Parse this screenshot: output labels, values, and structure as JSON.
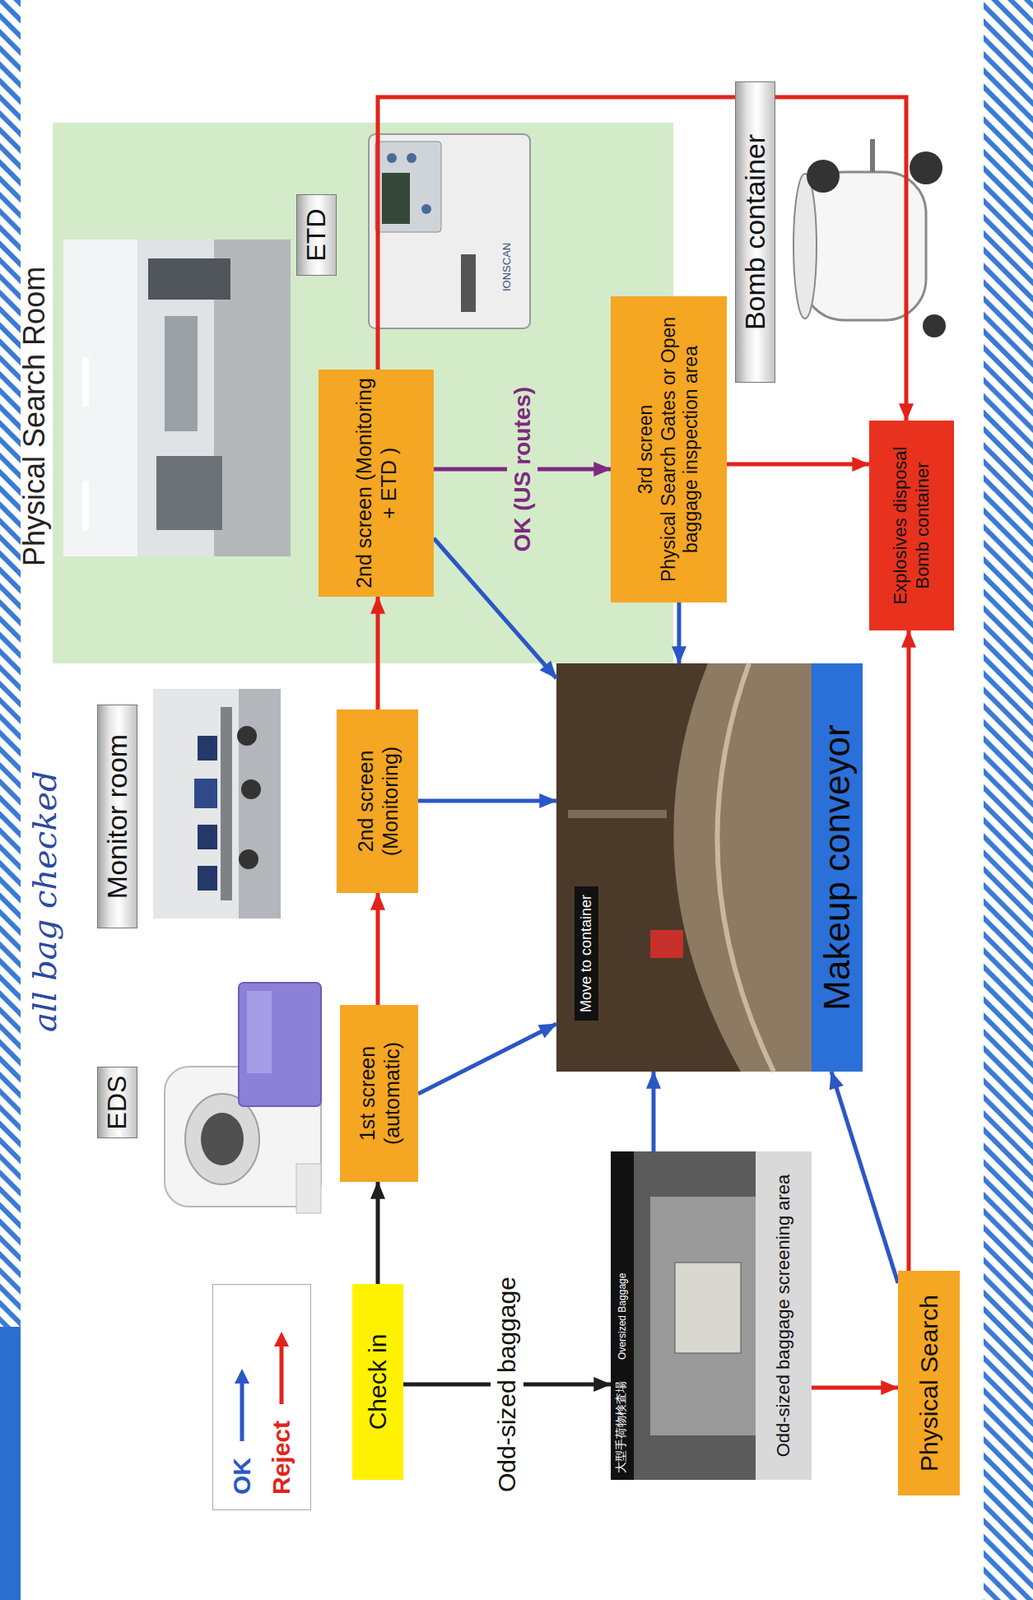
{
  "diagram": {
    "nodes": [
      {
        "text": [
          "Check in"
        ]
      },
      {
        "text": [
          "EDS"
        ]
      },
      {
        "text": [
          "1st screen (automatic)"
        ]
      },
      {
        "text": [
          "Monitor room"
        ]
      },
      {
        "text": [
          "2nd screen (Monitoring)"
        ]
      },
      {
        "text": [
          "Physical Search Room"
        ]
      },
      {
        "text": [
          "ETD"
        ],
        "in": 5
      },
      {
        "text": [
          "2nd screen (Monitoring + ETD )"
        ],
        "in": 5
      },
      {
        "text": [
          "3rd screen",
          "Physical Search Gates or Open baggage inspection area"
        ],
        "in": 5
      },
      {
        "text": [
          "Bomb container"
        ]
      },
      {
        "text": [
          "Odd-sized baggage screening area"
        ]
      },
      {
        "text": [
          "Move to container",
          "Makeup conveyor"
        ]
      },
      {
        "text": [
          "Physical Search"
        ]
      },
      {
        "text": [
          "Explosives disposal Bomb container"
        ]
      }
    ],
    "edges": [
      {
        "from": 0,
        "to": 2,
        "arrow": "to"
      },
      {
        "from": 2,
        "to": 4,
        "arrow": "to"
      },
      {
        "from": 2,
        "to": 11,
        "arrow": "to"
      },
      {
        "from": 4,
        "to": 7,
        "arrow": "to"
      },
      {
        "from": 4,
        "to": 11,
        "arrow": "to"
      },
      {
        "from": 7,
        "to": 8,
        "label": "OK (US routes)",
        "arrow": "to"
      },
      {
        "from": 7,
        "to": 11,
        "arrow": "to"
      },
      {
        "from": 7,
        "to": 13,
        "arrow": "to"
      },
      {
        "from": 8,
        "to": 11,
        "arrow": "to"
      },
      {
        "from": 8,
        "to": 13,
        "arrow": "to"
      },
      {
        "from": 0,
        "to": 10,
        "label": "Odd-sized baggage",
        "arrow": "to"
      },
      {
        "from": 10,
        "to": 11,
        "arrow": "to"
      },
      {
        "from": 10,
        "to": 12,
        "arrow": "to"
      },
      {
        "from": 12,
        "to": 11,
        "arrow": "to"
      },
      {
        "from": 12,
        "to": 13,
        "arrow": "to"
      }
    ],
    "labels": [
      "all bag checked",
      "大型手荷物検査場",
      "Oversized Baggage",
      "IONSCAN"
    ],
    "legend": [
      {
        "text": "OK"
      },
      {
        "text": "Reject"
      }
    ]
  }
}
